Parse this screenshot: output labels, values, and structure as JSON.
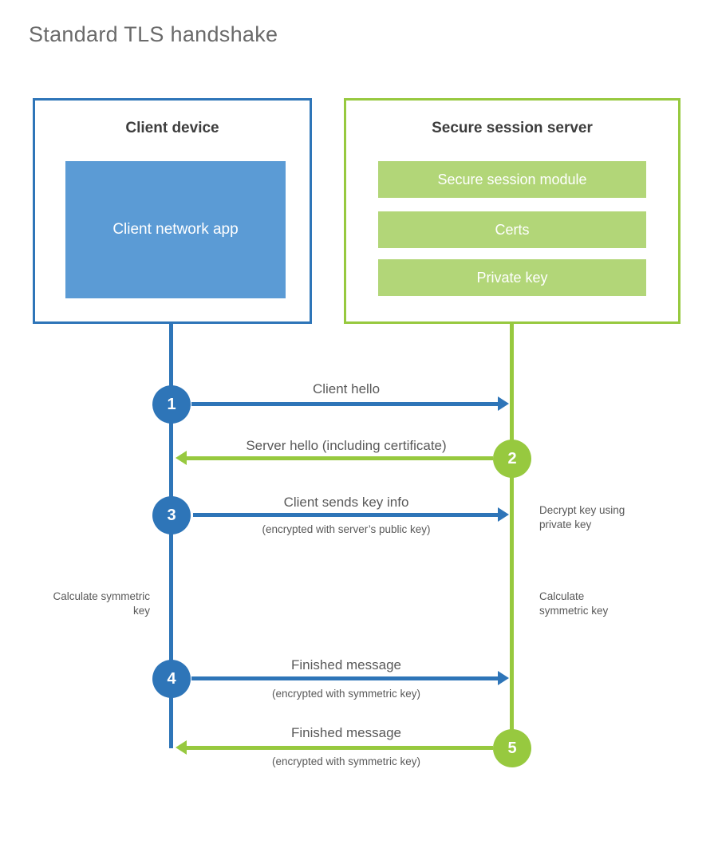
{
  "page": {
    "title": "Standard TLS handshake"
  },
  "colors": {
    "client_accent": "#2e75b8",
    "client_fill": "#5b9bd5",
    "server_accent": "#97c93f",
    "server_fill": "#b2d678",
    "text": "#595959"
  },
  "client": {
    "title": "Client device",
    "app_label": "Client network app"
  },
  "server": {
    "title": "Secure session server",
    "modules": [
      "Secure session module",
      "Certs",
      "Private key"
    ]
  },
  "steps": [
    {
      "num": "1",
      "label": "Client hello",
      "sub": "",
      "direction": "client-to-server"
    },
    {
      "num": "2",
      "label": "Server hello (including certificate)",
      "sub": "",
      "direction": "server-to-client"
    },
    {
      "num": "3",
      "label": "Client sends key info",
      "sub": "(encrypted with server’s public key)",
      "direction": "client-to-server"
    },
    {
      "num": "4",
      "label": "Finished message",
      "sub": "(encrypted with symmetric key)",
      "direction": "client-to-server"
    },
    {
      "num": "5",
      "label": "Finished message",
      "sub": "(encrypted with symmetric key)",
      "direction": "server-to-client"
    }
  ],
  "notes": {
    "decrypt": "Decrypt key using private key",
    "calc_left": "Calculate symmetric key",
    "calc_right": "Calculate symmetric key"
  }
}
